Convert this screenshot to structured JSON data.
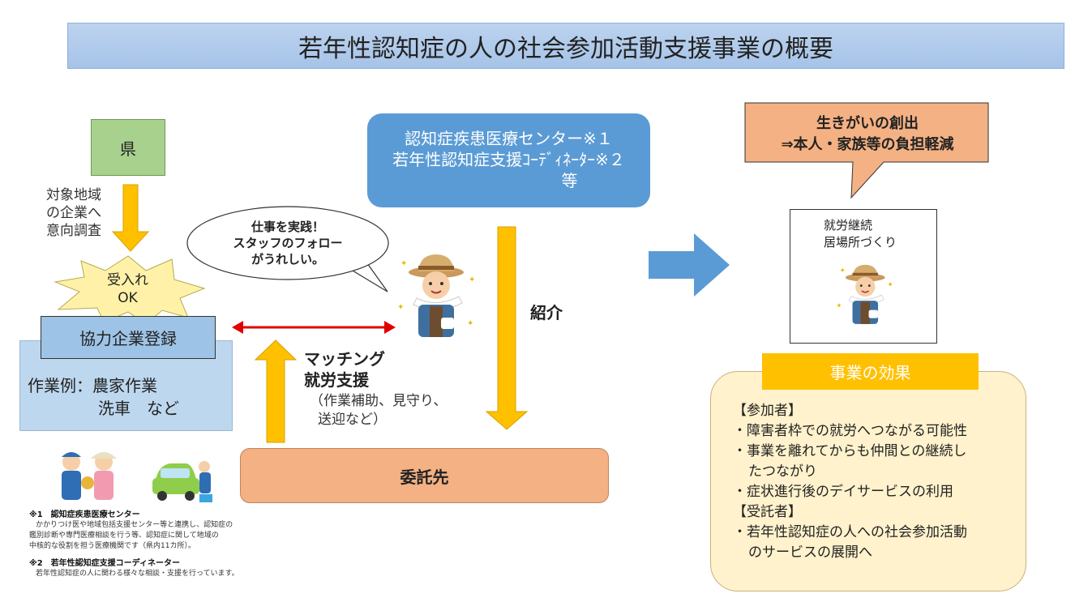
{
  "title": "若年性認知症の人の社会参加活動支援事業の概要",
  "prefecture": "県",
  "survey_lines": [
    "対象地域",
    "の企業へ",
    "意向調査"
  ],
  "accept_lines": [
    "受入れ",
    "OK"
  ],
  "coop_register": "協力企業登録",
  "examples": {
    "first": "作業例：農家作業",
    "second": "洗車　など"
  },
  "center_lines": [
    "認知症疾患医療センター※１",
    "若年性認知症支援ｺｰﾃﾞｨﾈｰﾀｰ※２"
  ],
  "center_last": "等",
  "bubble_lines": [
    "仕事を実践！",
    "スタッフのフォロー",
    "がうれしい。"
  ],
  "introduce": "紹介",
  "matching_lines": [
    "マッチング",
    "就労支援"
  ],
  "matching_detail": [
    "（作業補助、見守り、",
    "送迎など）"
  ],
  "consignee": "委託先",
  "effect_callout": [
    "生きがいの創出",
    "⇒本人・家族等の負担軽減"
  ],
  "continue_lines": [
    "就労継続",
    "居場所づくり"
  ],
  "effects_header": "事業の効果",
  "effects": {
    "participant_head": "【参加者】",
    "p1": "・障害者枠での就労へつながる可能性",
    "p2": "・事業を離れてからも仲間との継続し",
    "p2b": "たつながり",
    "p3": "・症状進行後のデイサービスの利用",
    "receiver_head": "【受託者】",
    "r1": "・若年性認知症の人への社会参加活動",
    "r1b": "のサービスの展開へ"
  },
  "notes": {
    "n1_title": "※1　認知症疾患医療センター",
    "n1_lines": [
      "かかりつけ医や地域包括支援センター等と連携し、認知症の",
      "鑑別診断や専門医療相談を行う等、認知症に関して地域の",
      "中核的な役割を担う医療機関です（県内11カ所）。"
    ],
    "n2_title": "※2　若年性認知症支援コーディネーター",
    "n2_line": "若年性認知症の人に関わる様々な相談・支援を行っています。"
  },
  "colors": {
    "arrow_yellow": "#ffc000",
    "arrow_blue": "#5b9bd5",
    "arrow_red": "#e00000",
    "consignee": "#f4b183",
    "effect_callout": "#f4b183"
  }
}
